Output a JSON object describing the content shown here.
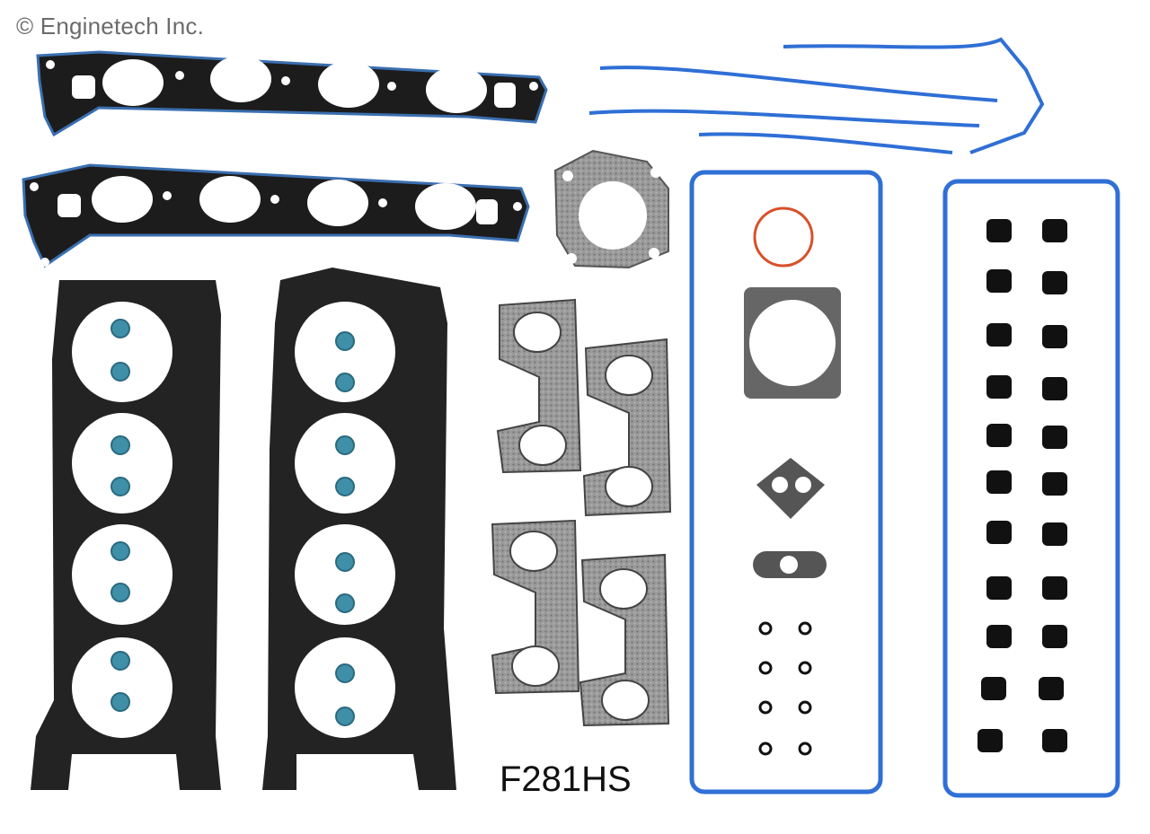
{
  "watermark": "© Enginetech Inc.",
  "part_number": "F281HS",
  "colors": {
    "gasket_black": "#1c1c1c",
    "mls_dark": "#232323",
    "silicone_blue": "#2f6fd6",
    "graphite_grey": "#8b8b8b",
    "seal_teal": "#3f8fa8",
    "oring_orange": "#d9502a",
    "background": "#ffffff"
  },
  "components": [
    {
      "name": "intake-manifold-gasket",
      "qty": 2
    },
    {
      "name": "cylinder-head-gasket",
      "qty": 2
    },
    {
      "name": "valve-stem-seal",
      "qty": 16
    },
    {
      "name": "timing-cover-seal",
      "qty": 3
    },
    {
      "name": "egr-gasket",
      "qty": 1
    },
    {
      "name": "exhaust-manifold-gasket",
      "qty": 4
    },
    {
      "name": "valve-cover-gasket",
      "qty": 2
    },
    {
      "name": "o-ring",
      "qty": 1
    },
    {
      "name": "throttle-body-gasket",
      "qty": 1
    },
    {
      "name": "iac-gasket",
      "qty": 1
    },
    {
      "name": "egr-tube-gasket",
      "qty": 1
    },
    {
      "name": "small-o-ring",
      "qty": 8
    },
    {
      "name": "valve-cover-grommet",
      "qty": 22
    }
  ]
}
